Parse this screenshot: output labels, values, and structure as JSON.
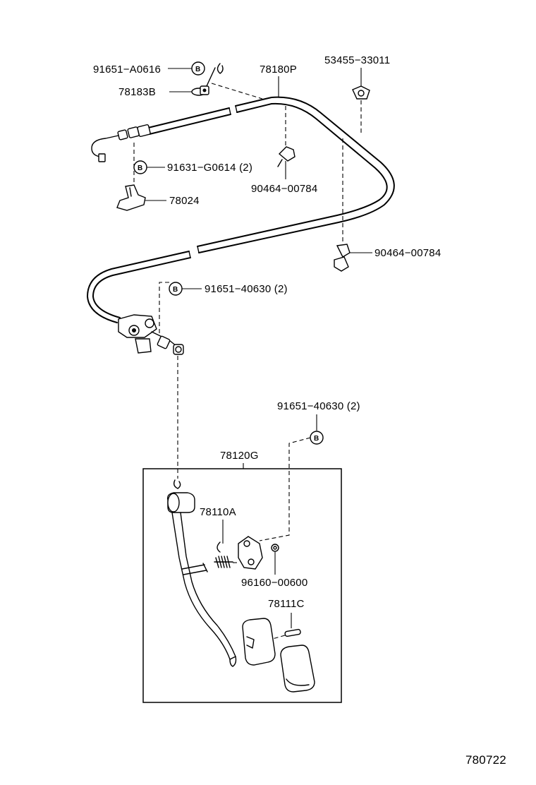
{
  "diagram": {
    "labels": {
      "bolt_a0616": "91651−A0616",
      "bracket_78183b": "78183B",
      "cable_78180p": "78180P",
      "clamp_53455": "53455−33011",
      "bolt_g0614": "91631−G0614 (2)",
      "clamp_90464_top": "90464−00784",
      "bracket_78024": "78024",
      "clamp_90464_right": "90464−00784",
      "bolt_40630_upper": "91651−40630 (2)",
      "bolt_40630_lower": "91651−40630 (2)",
      "pedal_assy_78120g": "78120G",
      "spring_78110a": "78110A",
      "bushing_96160": "96160−00600",
      "pad_78111c": "78111C",
      "diagram_number": "780722"
    },
    "badge_letter": "B",
    "ink_color": "#000000",
    "background_color": "#ffffff"
  }
}
